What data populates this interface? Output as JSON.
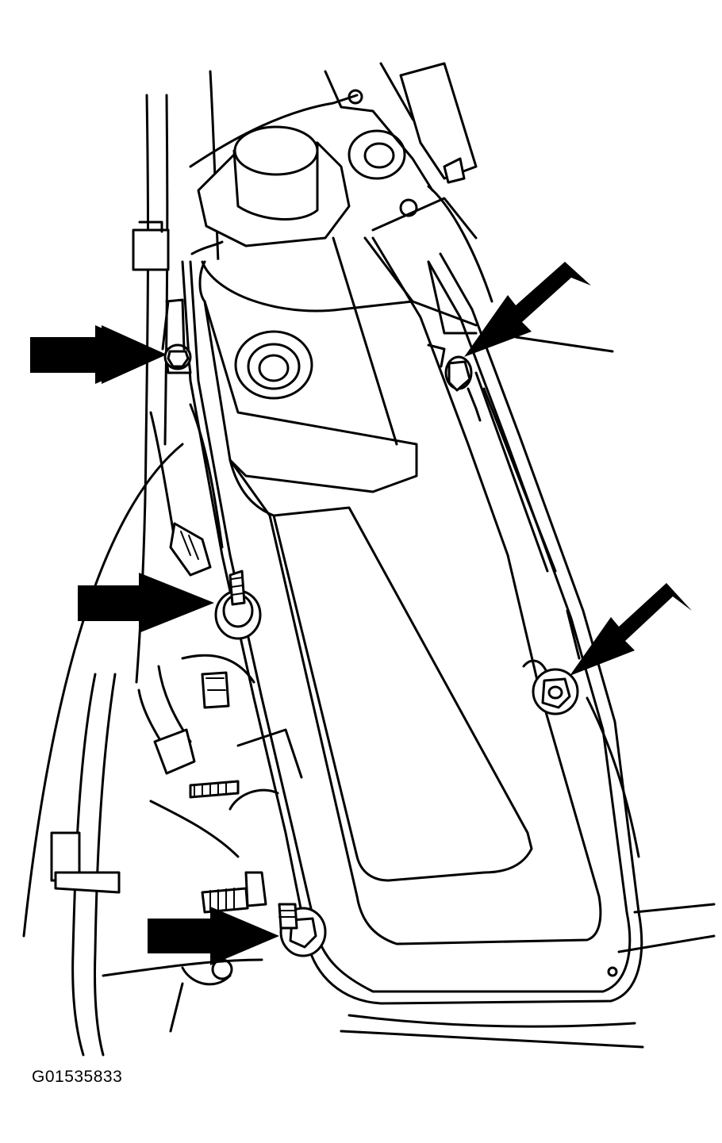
{
  "figure": {
    "id_label": "G01535833",
    "subject": "valve-cover-bolt-locations",
    "callouts": [
      {
        "name": "arrow-upper-left-bolt",
        "target": "bolt-upper-left"
      },
      {
        "name": "arrow-upper-right-bolt",
        "target": "bolt-upper-right"
      },
      {
        "name": "arrow-middle-left-bolt",
        "target": "bolt-middle-left"
      },
      {
        "name": "arrow-middle-right-bolt",
        "target": "bolt-middle-right"
      },
      {
        "name": "arrow-lower-left-bolt",
        "target": "bolt-lower-left"
      }
    ],
    "colors": {
      "ink": "#000000",
      "paper": "#ffffff"
    }
  }
}
